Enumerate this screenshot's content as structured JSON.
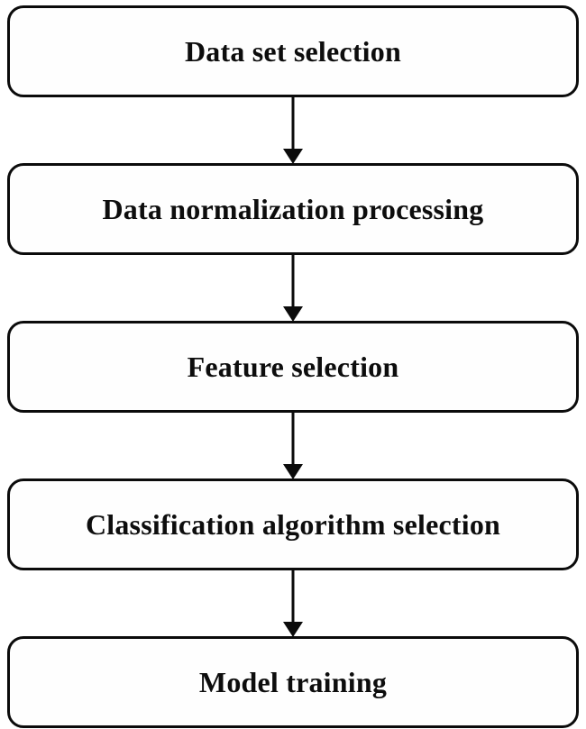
{
  "flow": {
    "steps": [
      {
        "label": "Data set selection"
      },
      {
        "label": "Data normalization processing"
      },
      {
        "label": "Feature selection"
      },
      {
        "label": "Classification algorithm selection"
      },
      {
        "label": "Model training"
      }
    ],
    "colors": {
      "box_border": "#0b0b0b",
      "box_fill": "#fefefe",
      "text": "#0d0d0d",
      "arrow": "#0b0b0b",
      "background": "#ffffff"
    }
  }
}
